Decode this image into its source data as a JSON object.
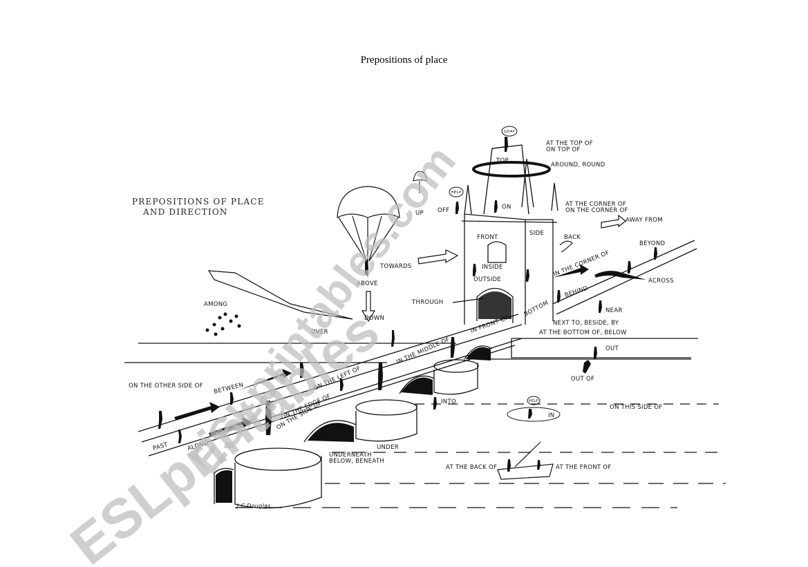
{
  "page": {
    "title": "Prepositions of place"
  },
  "illustration": {
    "heading_line1": "PREPOSITIONS OF PLACE",
    "heading_line2": "AND DIRECTION",
    "signature": "J.C.Douglas",
    "speech_bubbles": {
      "top": "GDAY",
      "off": "HELP",
      "in": "HELP"
    },
    "labels": {
      "at_top_of": "AT THE TOP OF",
      "on_top_of": "ON TOP OF",
      "top": "TOP",
      "around": "AROUND, ROUND",
      "off": "OFF",
      "on": "ON",
      "up": "UP",
      "corner1": "AT THE CORNER OF",
      "corner2": "ON THE CORNER OF",
      "away_from": "AWAY FROM",
      "front": "FRONT",
      "side": "SIDE",
      "back": "BACK",
      "beyond": "BEYOND",
      "towards": "TOWARDS",
      "inside": "INSIDE",
      "outside": "OUTSIDE",
      "in_corner_of": "IN THE CORNER OF",
      "across": "ACROSS",
      "above": "ABOVE",
      "through": "THROUGH",
      "behind": "BEHIND",
      "among": "AMONG",
      "down": "DOWN",
      "near": "NEAR",
      "bottom": "BOTTOM",
      "in_front_of": "IN FRONT OF",
      "next_to": "NEXT TO, BESIDE, BY",
      "over": "OVER",
      "bottom_of": "AT THE BOTTOM OF, BELOW",
      "in_middle_of": "IN THE MIDDLE OF",
      "out": "OUT",
      "on_left_of": "ON THE LEFT OF",
      "out_of": "OUT OF",
      "other_side": "ON THE OTHER SIDE OF",
      "between": "BETWEEN",
      "edge_of": "ON THE EDGE OF",
      "on_side_of": "ON THE SIDE OF",
      "into": "INTO",
      "this_side": "ON THIS SIDE OF",
      "in": "IN",
      "past": "PAST",
      "along": "ALONG",
      "under": "UNDER",
      "underneath": "UNDERNEATH",
      "below_beneath": "BELOW, BENEATH",
      "back_of": "AT THE BACK OF",
      "front_of": "AT THE FRONT OF"
    }
  },
  "watermark": {
    "text1": "ESLprintables.com",
    "text2": "ESLprintables"
  }
}
